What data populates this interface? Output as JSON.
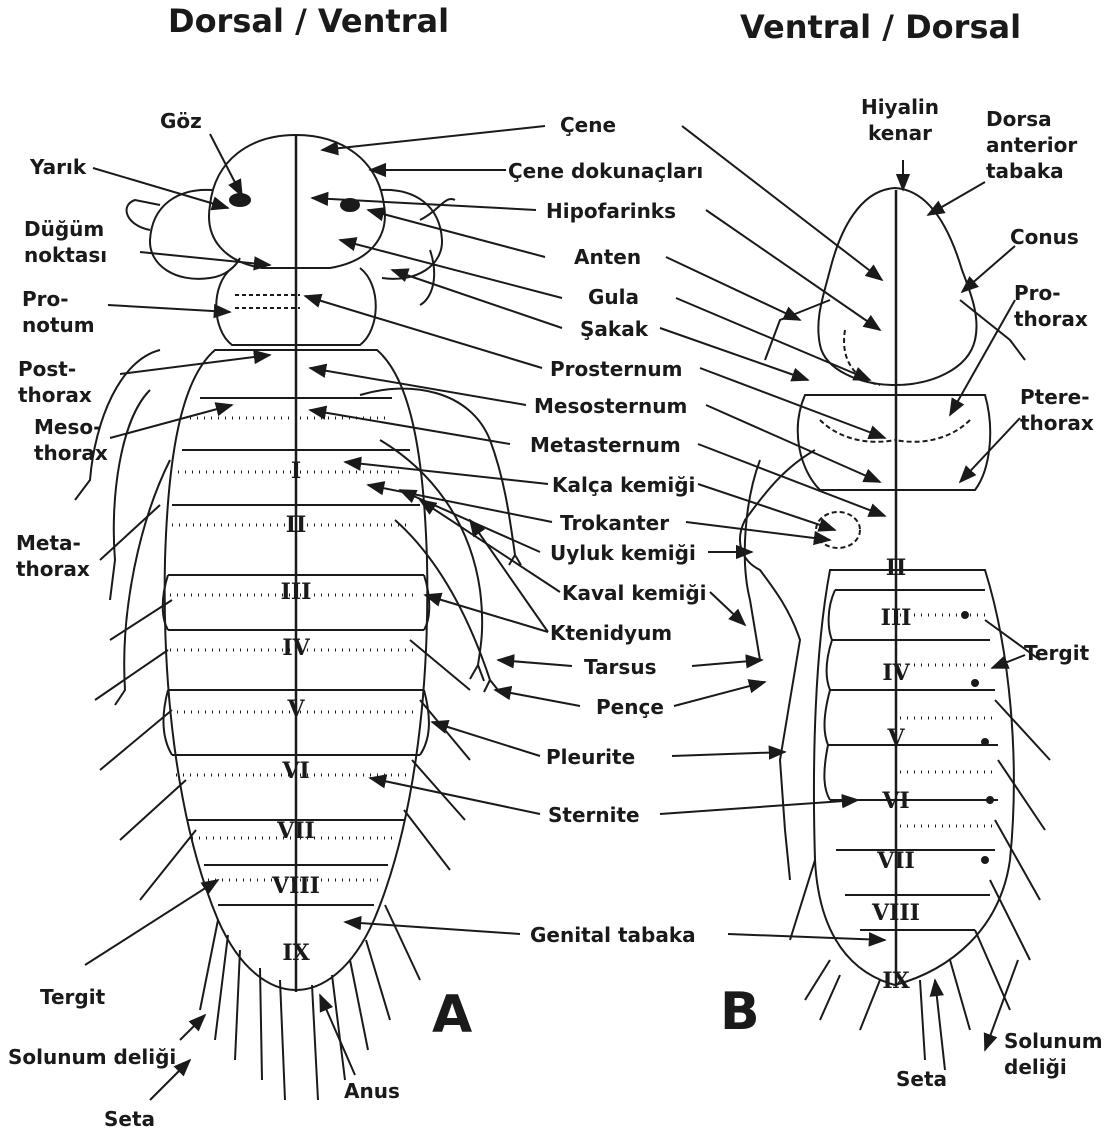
{
  "titles": {
    "left": "Dorsal / Ventral",
    "right": "Ventral / Dorsal"
  },
  "panels": {
    "a": "A",
    "b": "B"
  },
  "labels_a": {
    "goz": "Göz",
    "yarik": "Yarık",
    "dugum": [
      "Düğüm",
      "noktası"
    ],
    "pronotum": [
      "Pro-",
      "notum"
    ],
    "postthorax": [
      "Post-",
      "thorax"
    ],
    "mesothorax": [
      "Meso-",
      "thorax"
    ],
    "metathorax": [
      "Meta-",
      "thorax"
    ],
    "tergit": "Tergit",
    "solunum": "Solunum deliği",
    "seta": "Seta",
    "anus": "Anus"
  },
  "labels_mid": {
    "cene": "Çene",
    "cene_dok": "Çene dokunaçları",
    "hipofarinks": "Hipofarinks",
    "anten": "Anten",
    "gula": "Gula",
    "sakak": "Şakak",
    "prosternum": "Prosternum",
    "mesosternum": "Mesosternum",
    "metasternum": "Metasternum",
    "kalca": "Kalça kemiği",
    "trokanter": "Trokanter",
    "uyluk": "Uyluk kemiği",
    "kaval": "Kaval kemiği",
    "ktenidyum": "Ktenidyum",
    "tarsus": "Tarsus",
    "pence": "Pençe",
    "pleurite": "Pleurite",
    "sternite": "Sternite",
    "genital": "Genital tabaka"
  },
  "labels_b": {
    "hiyalin": [
      "Hiyalin",
      "kenar"
    ],
    "dorsa": [
      "Dorsa",
      "anterior",
      "tabaka"
    ],
    "conus": "Conus",
    "prothorax": [
      "Pro-",
      "thorax"
    ],
    "pterethorax": [
      "Ptere-",
      "thorax"
    ],
    "tergit": "Tergit",
    "seta": "Seta",
    "solunum": [
      "Solunum",
      "deliği"
    ]
  },
  "segments_a": [
    "I",
    "II",
    "III",
    "IV",
    "V",
    "VI",
    "VII",
    "VIII",
    "IX"
  ],
  "segments_b": [
    "II",
    "III",
    "IV",
    "V",
    "VI",
    "VII",
    "VIII",
    "IX"
  ],
  "colors": {
    "ink": "#1a1a1a",
    "paper": "#ffffff"
  }
}
